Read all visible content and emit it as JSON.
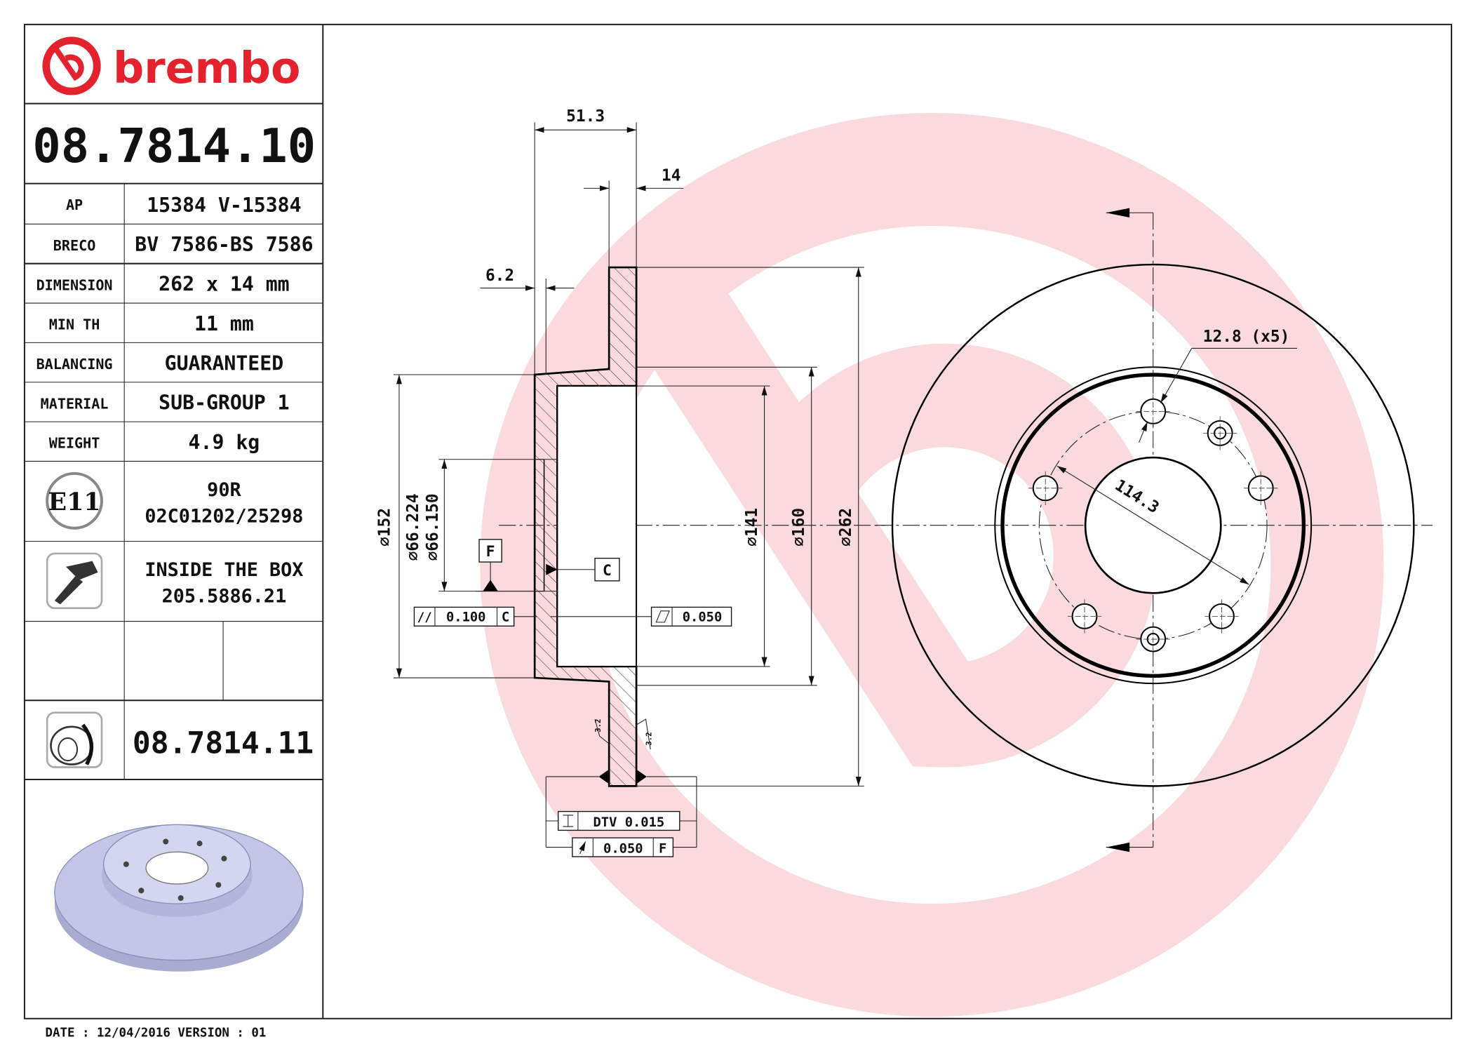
{
  "brand": {
    "name": "brembo",
    "color": "#e4222e"
  },
  "part_number": "08.7814.10",
  "specs": [
    {
      "label": "AP",
      "value": "15384 V-15384"
    },
    {
      "label": "BRECO",
      "value": "BV 7586-BS 7586"
    },
    {
      "label": "DIMENSION",
      "value": "262 x 14 mm"
    },
    {
      "label": "MIN TH",
      "value": "11 mm"
    },
    {
      "label": "BALANCING",
      "value": "GUARANTEED"
    },
    {
      "label": "MATERIAL",
      "value": "SUB-GROUP 1"
    },
    {
      "label": "WEIGHT",
      "value": "4.9 kg"
    }
  ],
  "homologation": {
    "badge": "E11",
    "line1": "90R",
    "line2": "02C01202/25298"
  },
  "inside_box": {
    "icon": "screw-icon",
    "line1": "INSIDE THE BOX",
    "line2": "205.5886.21"
  },
  "variant": {
    "icon": "coated-disc-icon",
    "part_number": "08.7814.11"
  },
  "footer": "DATE : 12/04/2016 VERSION : 01",
  "drawing": {
    "dims": {
      "overall_height": "51.3",
      "thickness": "14",
      "hat_offset": "6.2",
      "d152": "152",
      "d66a": "66.224",
      "d66b": "66.150",
      "d141": "141",
      "d160": "160",
      "d262": "262",
      "hole": "12.8 (x5)",
      "pcd": "114.3",
      "roughness": "3.2"
    },
    "datum_f": "F",
    "datum_c": "C",
    "parallelism": {
      "value": "0.100",
      "datum": "C"
    },
    "flatness": {
      "value": "0.050"
    },
    "dtv": {
      "value": "DTV 0.015"
    },
    "runout": {
      "value": "0.050",
      "datum": "F"
    }
  }
}
